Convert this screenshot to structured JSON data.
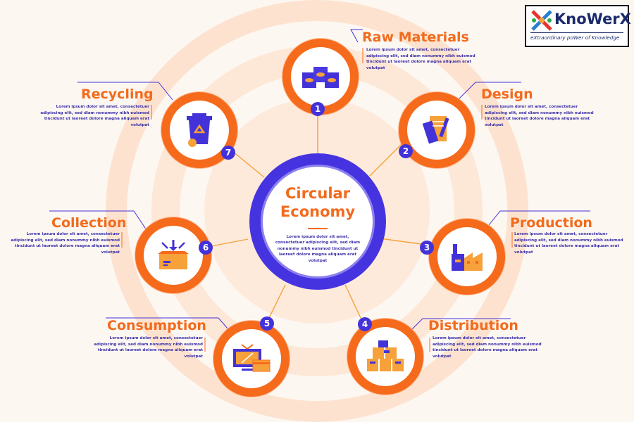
{
  "hub": {
    "title_line1": "Circular",
    "title_line2": "Economy",
    "description": "Lorem ipsum dolor sit amet, consectetuer adipiscing elit, sed diam nonummy nibh euismod tincidunt ut laoreet dolore magna aliquam erat volutpat"
  },
  "steps": [
    {
      "number": "1",
      "title": "Raw Materials",
      "icon": "raw-materials-icon",
      "description": "Lorem ipsum dolor sit amet, consectetuer adipiscing elit, sed diam nonummy nibh euismod tincidunt ut laoreet dolore magna aliquam erat volutpat"
    },
    {
      "number": "2",
      "title": "Design",
      "icon": "design-icon",
      "description": "Lorem ipsum dolor sit amet, consectetuer adipiscing elit, sed diam nonummy nibh euismod tincidunt ut laoreet dolore magna aliquam erat volutpat"
    },
    {
      "number": "3",
      "title": "Production",
      "icon": "factory-icon",
      "description": "Lorem ipsum dolor sit amet, consectetuer adipiscing elit, sed diam nonummy nibh euismod tincidunt ut laoreet dolore magna aliquam erat volutpat"
    },
    {
      "number": "4",
      "title": "Distribution",
      "icon": "boxes-icon",
      "description": "Lorem ipsum dolor sit amet, consectetuer adipiscing elit, sed diam nonummy nibh euismod tincidunt ut laoreet dolore magna aliquam erat volutpat"
    },
    {
      "number": "5",
      "title": "Consumption",
      "icon": "tv-and-card-icon",
      "description": "Lorem ipsum dolor sit amet, consectetuer adipiscing elit, sed diam nonummy nibh euismod tincidunt ut laoreet dolore magna aliquam erat volutpat"
    },
    {
      "number": "6",
      "title": "Collection",
      "icon": "collection-box-icon",
      "description": "Lorem ipsum dolor sit amet, consectetuer adipiscing elit, sed diam nonummy nibh euismod tincidunt ut laoreet dolore magna aliquam erat volutpat"
    },
    {
      "number": "7",
      "title": "Recycling",
      "icon": "recycle-bin-icon",
      "description": "Lorem ipsum dolor sit amet, consectetuer adipiscing elit, sed diam nonummy nibh euismod tincidunt ut laoreet dolore magna aliquam erat volutpat"
    }
  ],
  "logo": {
    "name": "KnoWerX",
    "tagline": "eXtraordinary poWer of Knowledge"
  },
  "colors": {
    "orange": "#f66a1c",
    "indigo": "#4432d9",
    "background": "#fdf7f2",
    "ring_light": "#fde5d4"
  }
}
